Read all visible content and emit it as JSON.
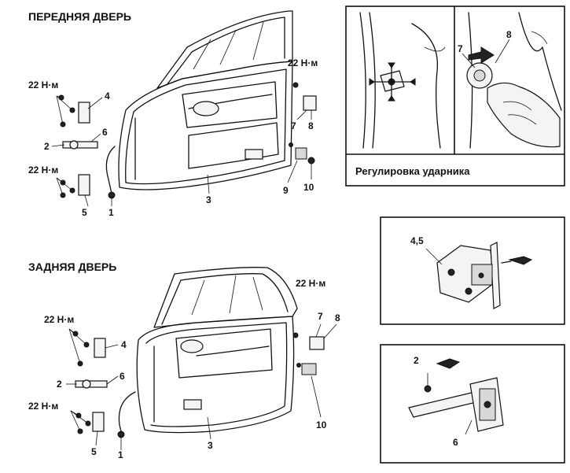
{
  "titles": {
    "front_door": "ПЕРЕДНЯЯ ДВЕРЬ",
    "rear_door": "ЗАДНЯЯ ДВЕРЬ",
    "striker_caption": "Регулировка ударника"
  },
  "torque": "22 Н·м",
  "callouts": {
    "front": {
      "n1": "1",
      "n2": "2",
      "n3": "3",
      "n4": "4",
      "n5": "5",
      "n6": "6",
      "n7": "7",
      "n8": "8",
      "n9": "9",
      "n10": "10"
    },
    "rear": {
      "n1": "1",
      "n2": "2",
      "n3": "3",
      "n4": "4",
      "n5": "5",
      "n6": "6",
      "n7": "7",
      "n8": "8",
      "n10": "10"
    },
    "striker": {
      "n7": "7",
      "n8": "8"
    },
    "hinge": {
      "n45": "4,5"
    },
    "check": {
      "n2": "2",
      "n6": "6"
    }
  }
}
